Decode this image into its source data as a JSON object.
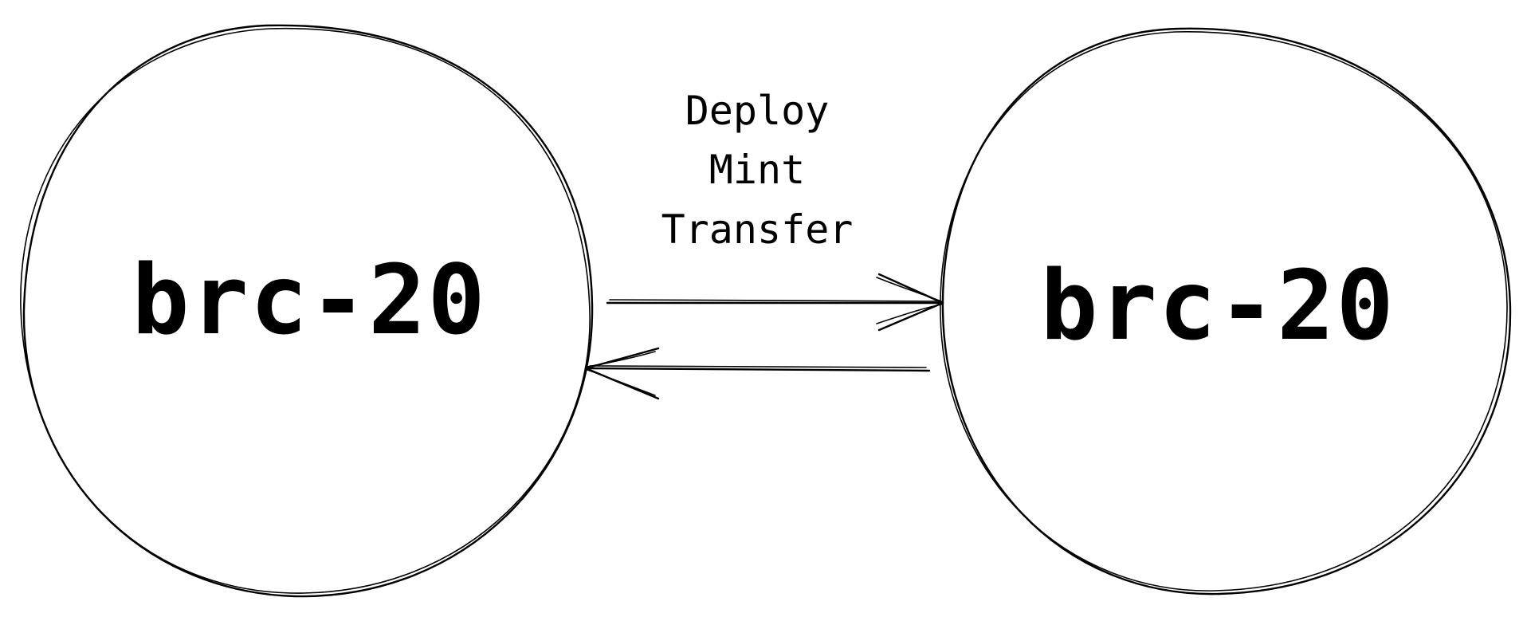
{
  "nodes": [
    {
      "id": "left",
      "label": "brc-20"
    },
    {
      "id": "right",
      "label": "brc-20"
    }
  ],
  "edge_labels": [
    "Deploy",
    "Mint",
    "Transfer"
  ],
  "edges": [
    {
      "from": "left",
      "to": "right"
    },
    {
      "from": "right",
      "to": "left"
    }
  ],
  "colors": {
    "background": "#ffffff",
    "stroke": "#000000"
  }
}
